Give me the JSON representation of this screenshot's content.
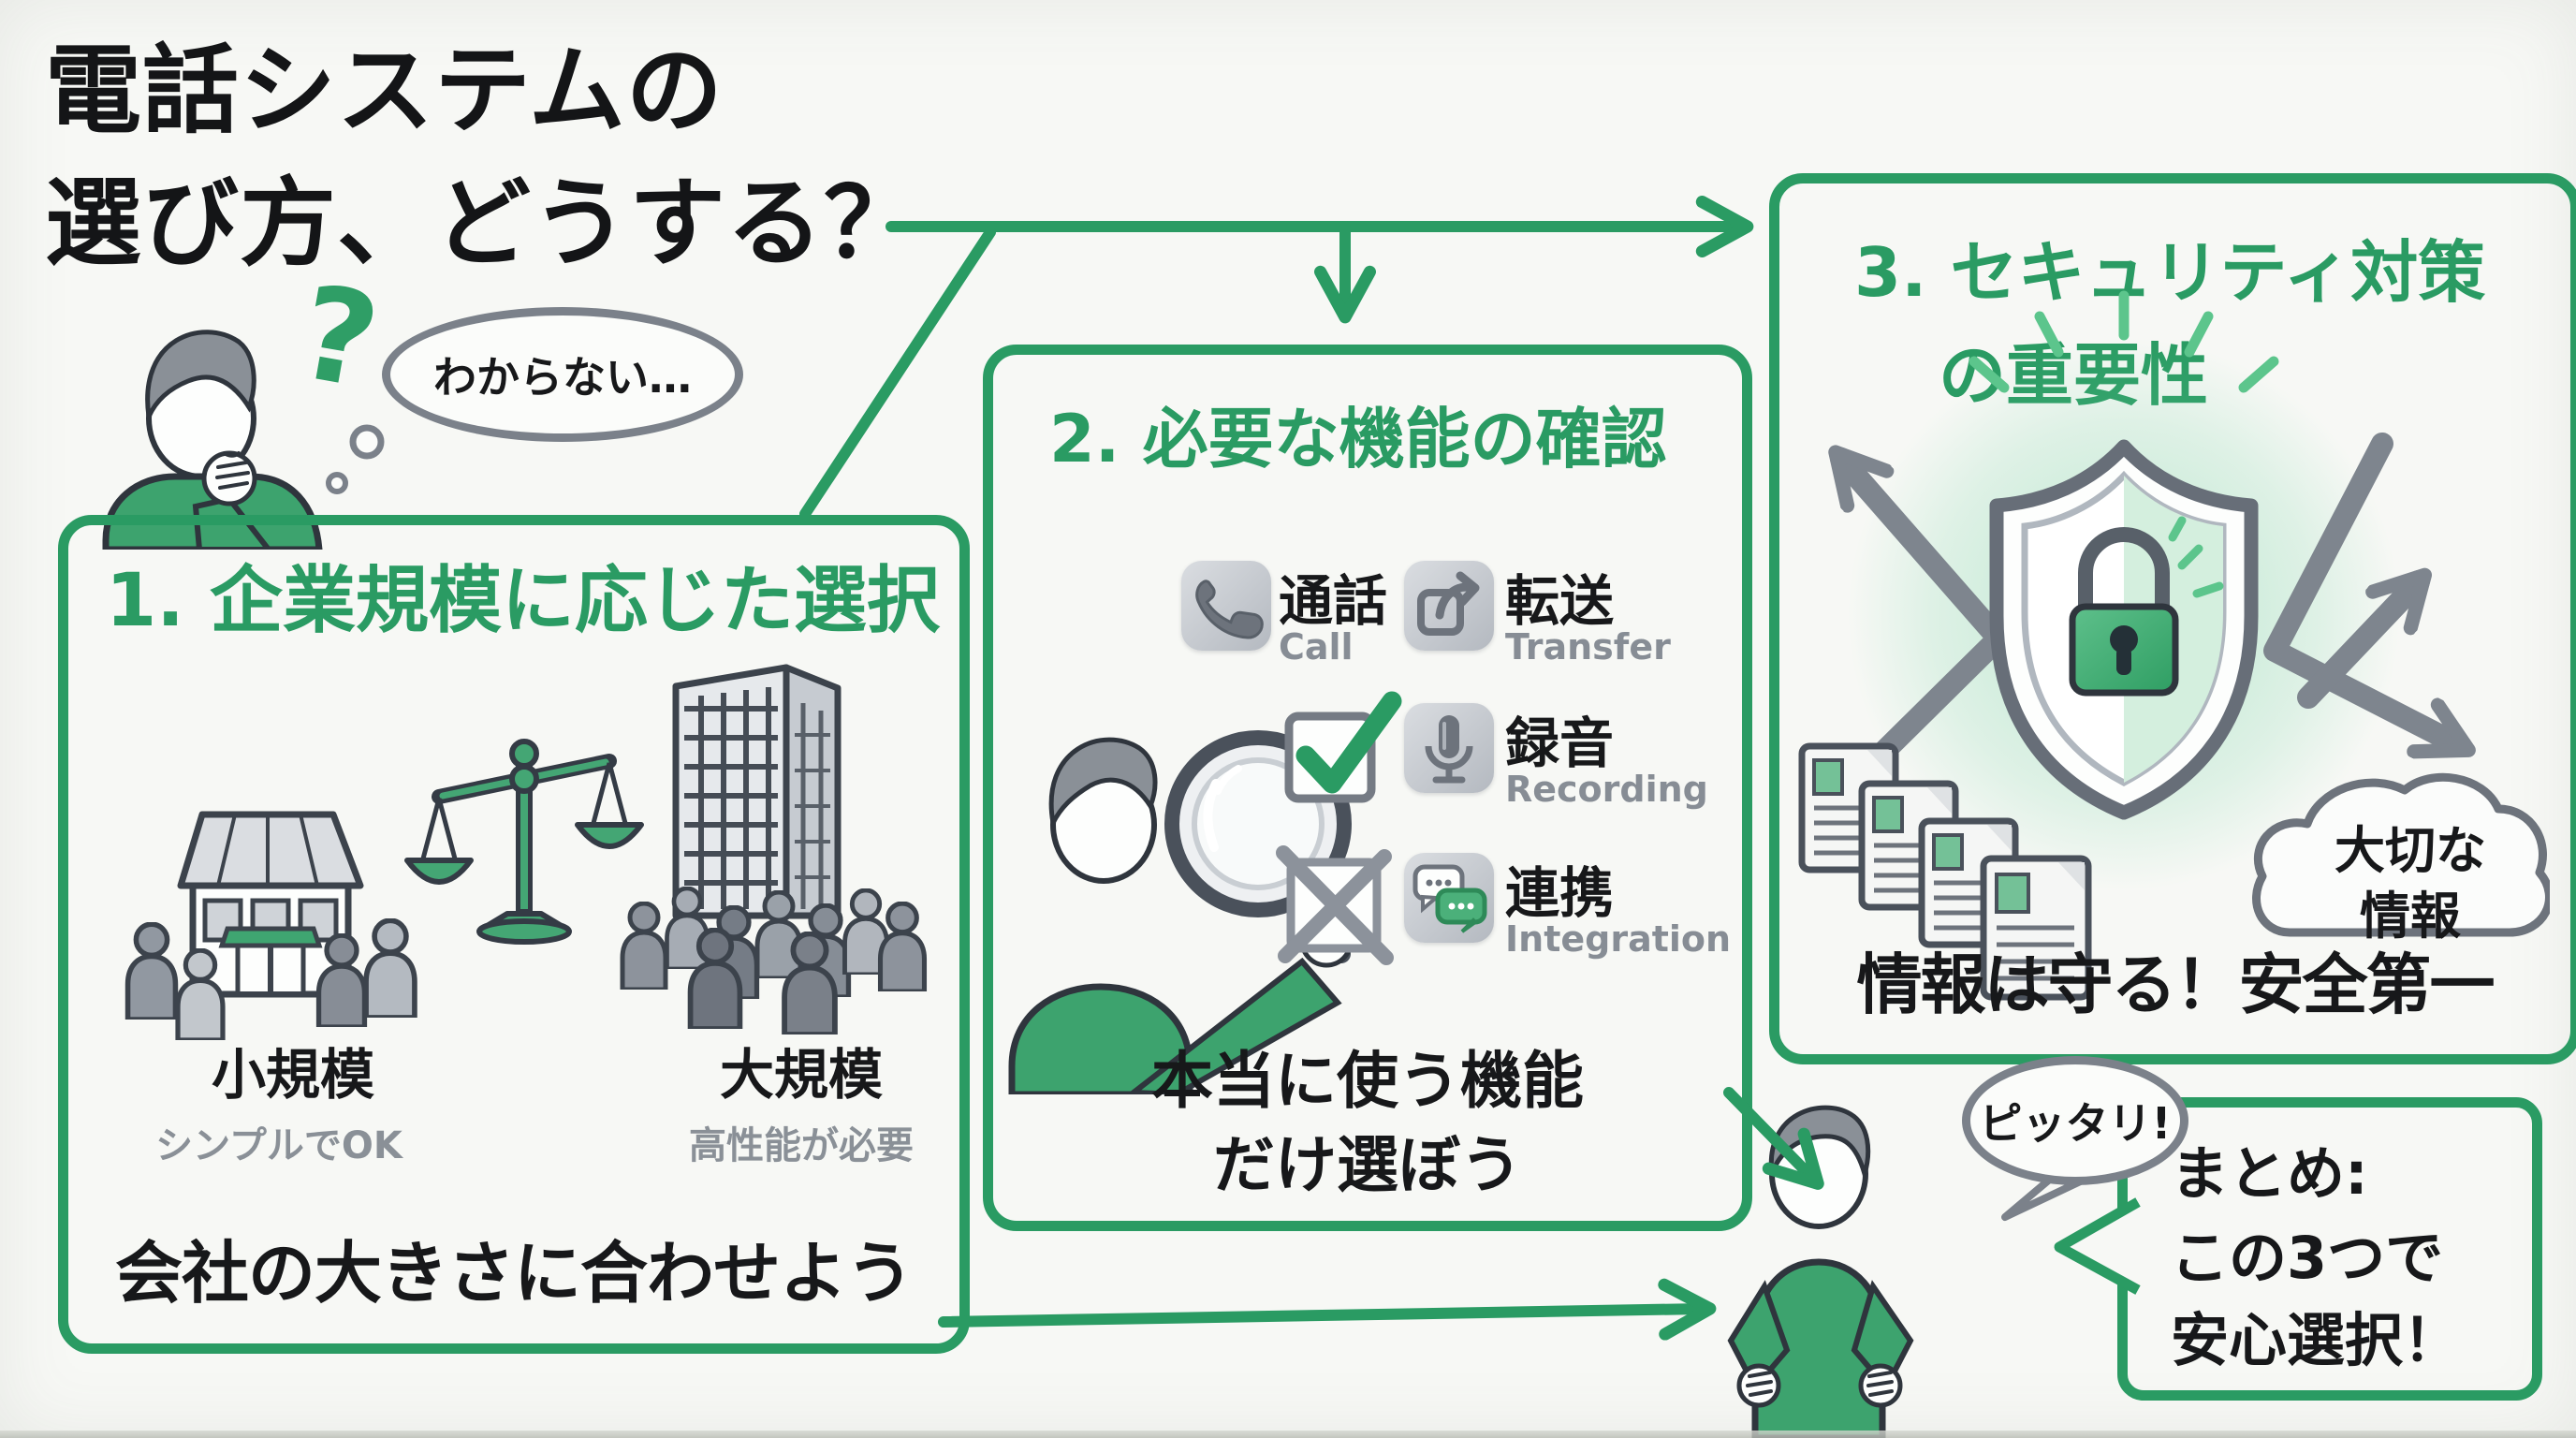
{
  "title": {
    "line1": "電話システムの",
    "line2": "選び方、どうする？"
  },
  "thinker": {
    "question_mark": "?",
    "bubble": "わからない…"
  },
  "step1": {
    "heading": "1. 企業規模に応じた選択",
    "small_label": "小規模",
    "small_sub": "シンプルでOK",
    "large_label": "大規模",
    "large_sub": "高性能が必要",
    "bottom": "会社の大きさに合わせよう"
  },
  "step2": {
    "heading": "2. 必要な機能の確認",
    "features": [
      {
        "jp": "通話",
        "en": "Call",
        "icon": "phone-icon"
      },
      {
        "jp": "転送",
        "en": "Transfer",
        "icon": "transfer-icon"
      },
      {
        "jp": "録音",
        "en": "Recording",
        "icon": "microphone-icon"
      },
      {
        "jp": "連携",
        "en": "Integration",
        "icon": "chat-icon"
      }
    ],
    "bottom1": "本当に使う機能",
    "bottom2": "だけ選ぼう"
  },
  "step3": {
    "heading1": "3. セキュリティ対策",
    "heading2": "の重要性",
    "cloud1": "大切な",
    "cloud2": "情報",
    "bottom": "情報は守る！安全第一"
  },
  "summary": {
    "bubble": "ピッタリ!",
    "line1": "まとめ:",
    "line2": "この3つで",
    "line3": "安心選択！"
  },
  "colors": {
    "green": "#2a9b63",
    "green_fill": "#3da36e",
    "gray_outline": "#7b818a",
    "gray_text": "#8a9097",
    "black": "#17181a"
  }
}
